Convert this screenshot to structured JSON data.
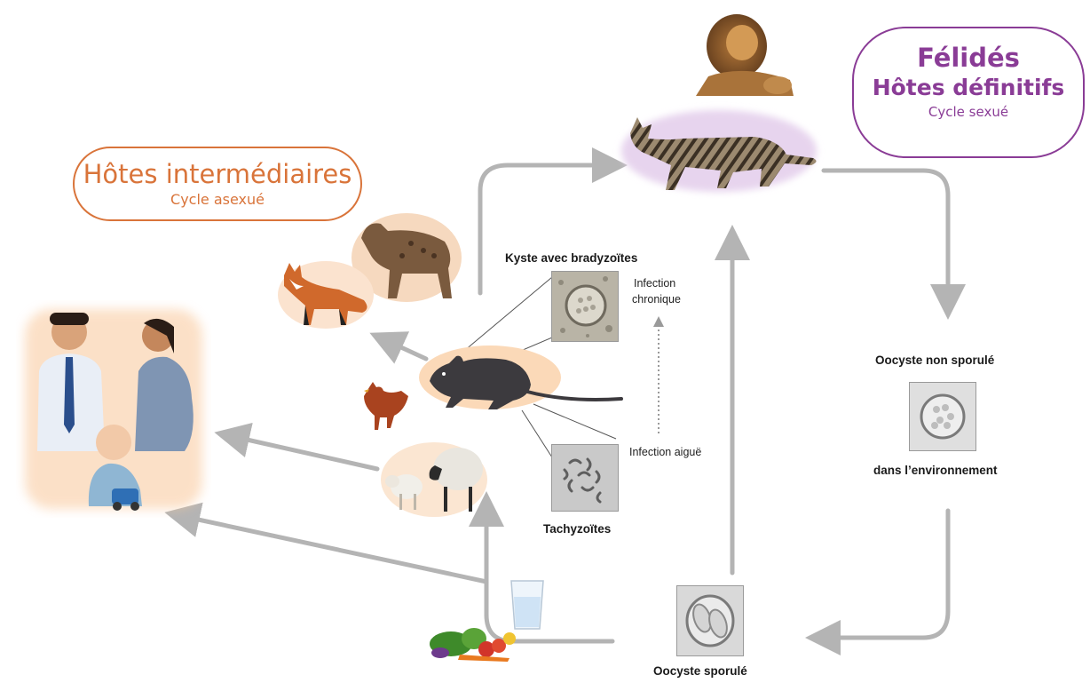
{
  "intermediate_hosts": {
    "title": "Hôtes intermédiaires",
    "subtitle": "Cycle asexué"
  },
  "definitive_hosts": {
    "title": "Félidés",
    "subtitle": "Hôtes définitifs",
    "cycle": "Cycle sexué"
  },
  "labels": {
    "cyst": "Kyste avec bradyzoïtes",
    "chronic_line1": "Infection",
    "chronic_line2": "chronique",
    "acute": "Infection aiguë",
    "tachyzoites": "Tachyzoïtes",
    "oocyst_unsporulated": "Oocyste non sporulé",
    "environment": "dans l’environnement",
    "oocyst_sporulated": "Oocyste sporulé"
  },
  "colors": {
    "intermediate_accent": "#d9743a",
    "definitive_accent": "#8a3c96",
    "arrow": "#b4b4b4"
  },
  "icons": [
    "lion-icon",
    "cat-icon",
    "hyena-icon",
    "fox-icon",
    "rat-icon",
    "hen-icon",
    "sheep-icon",
    "humans-icon",
    "water-glass-icon",
    "vegetables-icon"
  ]
}
